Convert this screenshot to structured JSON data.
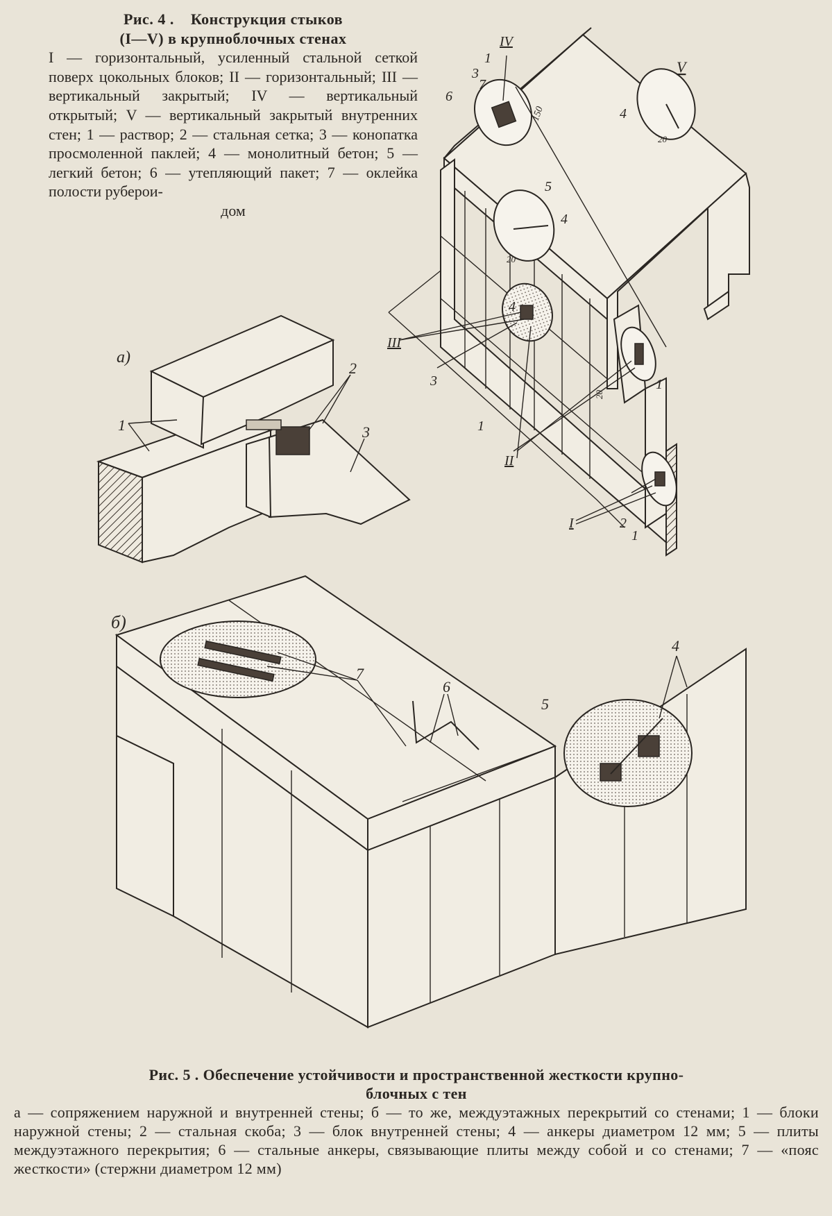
{
  "fig4": {
    "label": "Рис. 4 .",
    "title_line1": "Конструкция стыков",
    "title_line2": "(I—V) в крупноблочных стенах",
    "body": "I — горизонтальный, усиленный стальной сеткой поверх цокольных блоков; II — горизонтальный; III — вертикальный закрытый; IV — вертикальный открытый; V — вертикальный закрытый внутренних стен; 1 — раствор; 2 — стальная сетка; 3 — конопатка просмоленной паклей; 4 — монолитный бетон; 5 — легкий бетон; 6 — утепляющий пакет; 7 — оклейка полости руберои-",
    "body_last": "дом",
    "callouts": {
      "IV": "IV",
      "V": "V",
      "III": "III",
      "II": "II",
      "I": "I",
      "n1": "1",
      "n2": "2",
      "n3": "3",
      "n4": "4",
      "n5": "5",
      "n6": "6",
      "n7": "7",
      "dim150": "150",
      "dim20": "20"
    }
  },
  "fig5": {
    "label": "Рис. 5 .",
    "title_line1": "Обеспечение устойчивости и пространственной жесткости крупно-",
    "title_line2": "блочных с тен",
    "body": "а — сопряжением наружной и внутренней стены; б — то же, междуэтажных перекрытий со стенами; 1 — блоки наружной стены; 2 — стальная скоба; 3 — блок внутренней стены; 4 — анкеры диаметром 12 мм; 5 — плиты междуэтажного перекрытия; 6 — стальные анкеры, связывающие плиты между собой и со стенами; 7 — «пояс жесткости» (стержни диаметром 12 мм)",
    "sub_a": "а)",
    "sub_b": "б)",
    "callouts": {
      "n1": "1",
      "n2": "2",
      "n3": "3",
      "n4": "4",
      "n5": "5",
      "n6": "6",
      "n7": "7"
    }
  }
}
